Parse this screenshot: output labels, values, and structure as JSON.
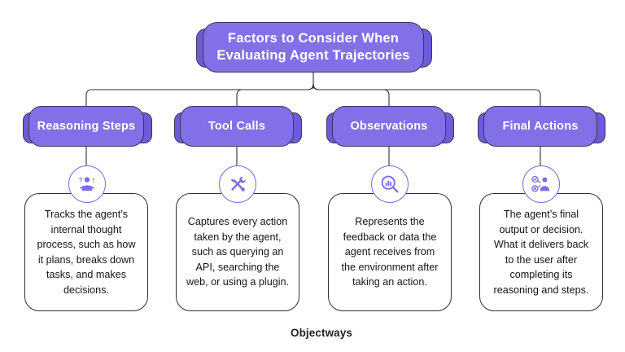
{
  "diagram": {
    "title": "Factors to Consider When Evaluating Agent Trajectories",
    "connector_color": "#2f2f3a",
    "accent_color": "#8170e8",
    "accent_shadow_color": "#6d5cd8",
    "card_border_color": "#2f2f3a",
    "branches": [
      {
        "label": "Reasoning Steps",
        "icon": "person-thinking-icon",
        "description": "Tracks the agent’s internal thought process, such as how it plans, breaks down tasks, and makes decisions."
      },
      {
        "label": "Tool Calls",
        "icon": "wrench-screwdriver-icon",
        "description": "Captures every action taken by the agent, such as querying an API, searching the web, or using a plugin."
      },
      {
        "label": "Observations",
        "icon": "magnifier-bar-chart-icon",
        "description": "Represents the feedback or data the agent receives from the environment after taking an action."
      },
      {
        "label": "Final Actions",
        "icon": "person-decision-check-cross-icon",
        "description": "The agent’s final output or decision. What it delivers back to the user after completing its reasoning and steps."
      }
    ]
  },
  "footer": {
    "brand": "Objectways",
    "logo_color_light": "#a9d93b",
    "logo_color_dark": "#4a4a4a"
  }
}
